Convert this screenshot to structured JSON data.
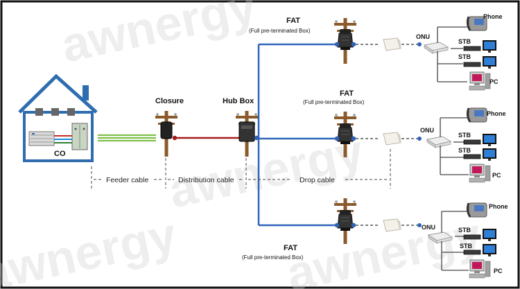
{
  "watermark": "awnergy",
  "colors": {
    "border": "#111111",
    "house": "#2f6db0",
    "feeder_cable": "#7fbf4a",
    "distribution_cable": "#a61b1b",
    "drop_cable": "#2e63b8",
    "node": "#2f63b8",
    "pole": "#8b5a2b"
  },
  "labels": {
    "co": "CO",
    "closure": "Closure",
    "hub_box": "Hub Box",
    "fat": "FAT",
    "fat_sub": "(Full pre-terminated Box)",
    "onu": "ONU",
    "stb": "STB",
    "phone": "Phone",
    "pc": "PC"
  },
  "segments": {
    "feeder": "Feeder cable",
    "distribution": "Distribution  cable",
    "drop": "Drop cable"
  },
  "icons": [
    "house-icon",
    "olt-rack-icon",
    "odf-cabinet-icon",
    "utility-pole-icon",
    "splice-closure-icon",
    "hub-box-icon",
    "fat-box-icon",
    "wall-terminal-icon",
    "onu-icon",
    "phone-icon",
    "stb-icon",
    "tv-icon",
    "pc-icon"
  ]
}
